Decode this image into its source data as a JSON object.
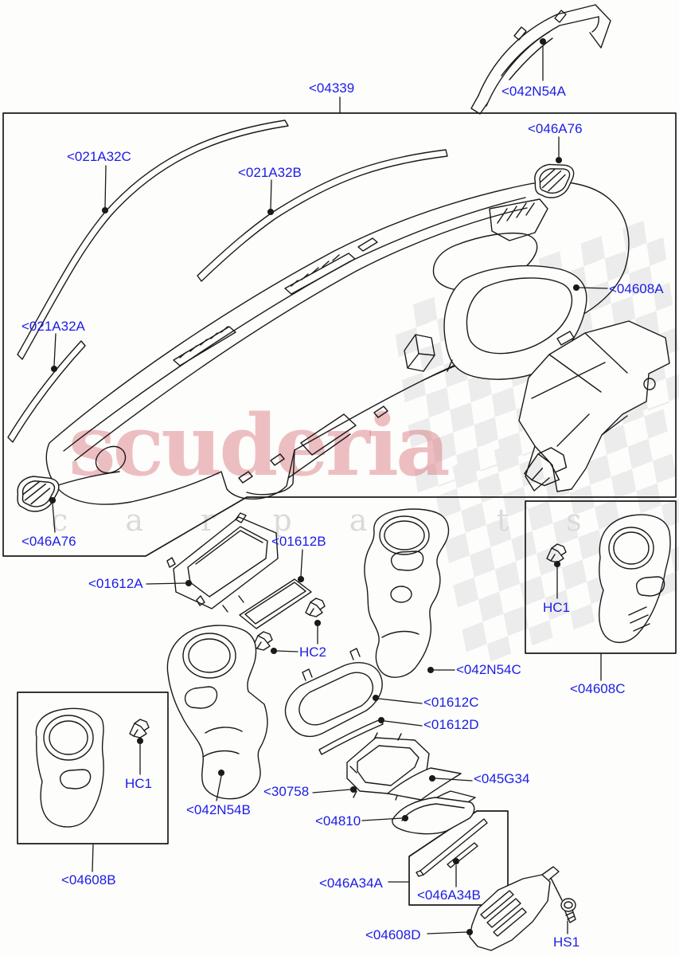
{
  "watermark": {
    "brand": "scuderia",
    "subtext": "c a r  p a r t s"
  },
  "colors": {
    "label_blue": "#1c1ce8",
    "line_black": "#1a1a1a",
    "watermark_pink": "rgba(206,58,70,0.32)",
    "checker_gray": "#ececec"
  },
  "labels": [
    {
      "id": "04339",
      "text": "<04339"
    },
    {
      "id": "042N54A",
      "text": "<042N54A"
    },
    {
      "id": "046A76-top",
      "text": "<046A76"
    },
    {
      "id": "021A32C",
      "text": "<021A32C"
    },
    {
      "id": "021A32B",
      "text": "<021A32B"
    },
    {
      "id": "021A32A",
      "text": "<021A32A"
    },
    {
      "id": "04608A",
      "text": "<04608A"
    },
    {
      "id": "046A76-left",
      "text": "<046A76"
    },
    {
      "id": "01612A",
      "text": "<01612A"
    },
    {
      "id": "01612B",
      "text": "<01612B"
    },
    {
      "id": "HC2",
      "text": "HC2"
    },
    {
      "id": "042N54C",
      "text": "<042N54C"
    },
    {
      "id": "HC1-right",
      "text": "HC1"
    },
    {
      "id": "04608C",
      "text": "<04608C"
    },
    {
      "id": "01612C",
      "text": "<01612C"
    },
    {
      "id": "01612D",
      "text": "<01612D"
    },
    {
      "id": "045G34",
      "text": "<045G34"
    },
    {
      "id": "30758",
      "text": "<30758"
    },
    {
      "id": "04810",
      "text": "<04810"
    },
    {
      "id": "046A34A",
      "text": "<046A34A"
    },
    {
      "id": "046A34B",
      "text": "<046A34B"
    },
    {
      "id": "04608D",
      "text": "<04608D"
    },
    {
      "id": "HS1",
      "text": "HS1"
    },
    {
      "id": "HC1-left",
      "text": "HC1"
    },
    {
      "id": "04608B",
      "text": "<04608B"
    },
    {
      "id": "042N54B",
      "text": "<042N54B"
    }
  ]
}
